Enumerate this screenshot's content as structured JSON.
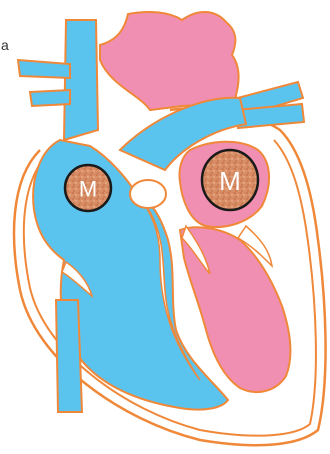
{
  "diagram": {
    "colors": {
      "deoxygenated": "#5bc4ee",
      "oxygenated": "#f08fb1",
      "outline": "#f0883a",
      "marker_fill": "#d9906b",
      "marker_outline": "#1a1a1a"
    },
    "markers": [
      {
        "label": "M"
      },
      {
        "label": "M"
      }
    ],
    "edge_fragment": "a"
  }
}
